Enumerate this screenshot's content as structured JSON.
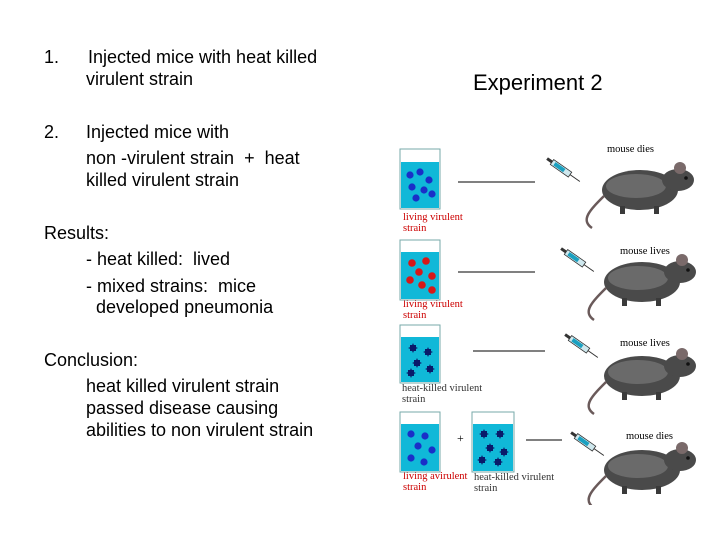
{
  "left_text": {
    "item1": {
      "number": "1.",
      "lines": [
        "Injected mice with heat killed",
        "virulent strain"
      ]
    },
    "item2": {
      "number": "2.",
      "lines": [
        "Injected mice with",
        "non -virulent strain  +  heat",
        "killed virulent strain"
      ]
    },
    "results": {
      "heading": "Results:",
      "lines": [
        "- heat killed:  lived",
        "- mixed strains:  mice",
        "  developed pneumonia"
      ]
    },
    "conclusion": {
      "heading": "Conclusion:",
      "lines": [
        "heat killed virulent strain",
        "passed disease causing",
        "abilities to non virulent strain"
      ]
    }
  },
  "title": "Experiment 2",
  "diagram": {
    "rows": [
      {
        "tube_label": [
          "living virulent",
          "strain"
        ],
        "outcome": "mouse dies",
        "tube_color": "#00aacc",
        "cell_color": "#1a2fc8",
        "cell_shape": "circle"
      },
      {
        "tube_label": [
          "living virulent",
          "strain"
        ],
        "outcome": "mouse lives",
        "tube_color": "#e0141e",
        "cell_color": "#d01010",
        "cell_shape": "circle"
      },
      {
        "tube_label": [
          "heat-killed virulent",
          "strain"
        ],
        "outcome": "mouse lives",
        "tube_color": "#00aacc",
        "cell_color": "#0a1a6a",
        "cell_shape": "star"
      },
      {
        "tube_label": [
          "living avirulent",
          "strain"
        ],
        "outcome": "mouse dies",
        "tube_color": "#00aacc",
        "cell_color": "#1a2fc8",
        "cell_shape": "circle",
        "second_tube_label": [
          "heat-killed virulent",
          "strain"
        ],
        "plus": "+"
      }
    ]
  }
}
